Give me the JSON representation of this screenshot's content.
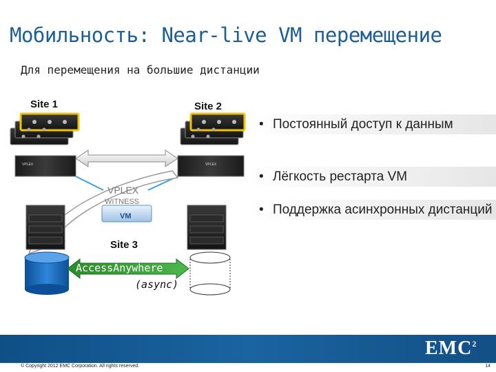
{
  "slide": {
    "title": "Мобильность: Near-live VM перемещение",
    "subtitle": "Для перемещения на большие дистанции"
  },
  "diagram": {
    "site1_label": "Site 1",
    "site2_label": "Site 2",
    "site3_label": "Site 3",
    "vplex_label": "VPLEX",
    "witness_label": "WITNESS",
    "vm_label": "VM",
    "access_label": "AccessAnywhere",
    "async_label": "(async)"
  },
  "bullets": [
    {
      "marker": "•",
      "text": "Постоянный доступ к данным"
    },
    {
      "marker": "•",
      "text": "Лёгкость рестарта VM"
    },
    {
      "marker": "•",
      "text": "Поддержка асинхронных дистанций"
    }
  ],
  "footer": {
    "copyright": "© Copyright 2012 EMC Corporation. All rights reserved.",
    "page_number": "14",
    "logo_text": "EMC",
    "logo_sup": "2"
  },
  "colors": {
    "title": "#1d5d97",
    "accent_yellow": "#f2c500",
    "footer_blue": "#1a64a0",
    "arrow_green": "#2e9a2e",
    "cylinder_blue": "#1e73c8"
  }
}
